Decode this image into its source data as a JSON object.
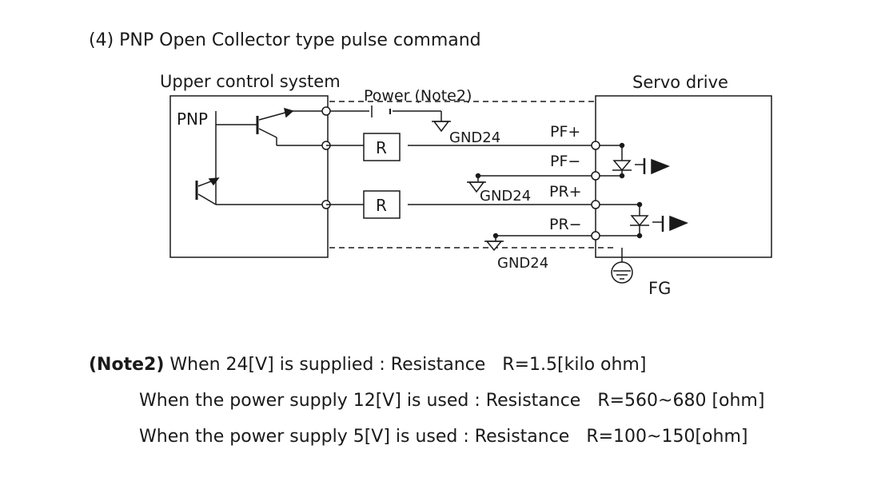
{
  "heading": "(4) PNP Open Collector type pulse command",
  "diagram": {
    "upper_label": "Upper control system",
    "pnp_label": "PNP",
    "servo_label": "Servo drive",
    "power_label": "Power (Note2)",
    "gnd_label": "GND24",
    "resistor_label": "R",
    "pins": {
      "pf_plus": "PF+",
      "pf_minus": "PF−",
      "pr_plus": "PR+",
      "pr_minus": "PR−"
    },
    "fg_label": "FG"
  },
  "notes": {
    "prefix": "(Note2)",
    "line1": " When 24[V] is supplied : Resistance   R=1.5[kilo ohm]",
    "line2": "When the power supply 12[V] is used : Resistance   R=560~680 [ohm]",
    "line3": "When the power supply 5[V] is used : Resistance   R=100~150[ohm]"
  }
}
